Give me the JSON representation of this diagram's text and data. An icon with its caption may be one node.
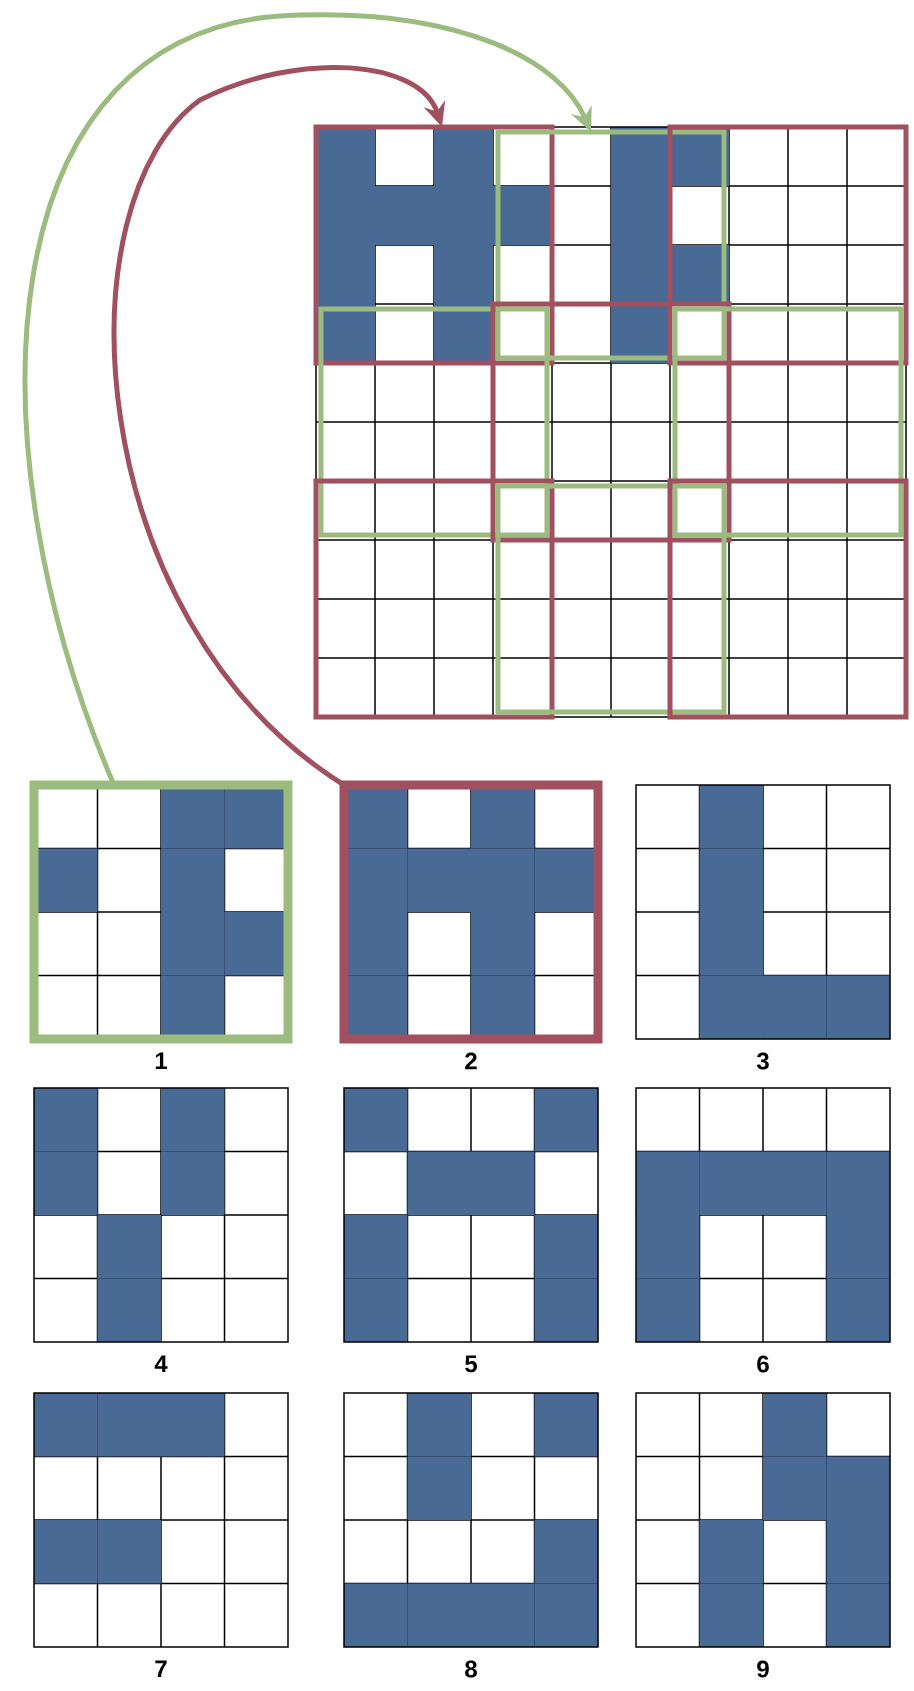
{
  "diagram": {
    "nodes": [
      {
        "text": [],
        "shape": "grid"
      },
      {
        "text": [],
        "shape": "box",
        "in": 0
      },
      {
        "text": [],
        "shape": "box",
        "in": 0
      },
      {
        "text": [],
        "shape": "box",
        "in": 0
      },
      {
        "text": [],
        "shape": "box",
        "in": 0
      },
      {
        "text": [],
        "shape": "box",
        "in": 0
      },
      {
        "text": [],
        "shape": "box",
        "in": 0
      },
      {
        "text": [],
        "shape": "box",
        "in": 0
      },
      {
        "text": [],
        "shape": "box",
        "in": 0
      },
      {
        "text": [],
        "shape": "box",
        "in": 0
      },
      {
        "text": [
          "1"
        ]
      },
      {
        "text": [
          "2"
        ]
      },
      {
        "text": [
          "3"
        ]
      },
      {
        "text": [
          "4"
        ]
      },
      {
        "text": [
          "5"
        ]
      },
      {
        "text": [
          "6"
        ]
      },
      {
        "text": [
          "7"
        ]
      },
      {
        "text": [
          "8"
        ]
      },
      {
        "text": [
          "9"
        ]
      }
    ],
    "edges": [
      {
        "from": 10,
        "to": 2,
        "arrow": "to",
        "color": "#9bbb7f"
      },
      {
        "from": 11,
        "to": 1,
        "arrow": "to",
        "color": "#a0505f"
      }
    ]
  }
}
